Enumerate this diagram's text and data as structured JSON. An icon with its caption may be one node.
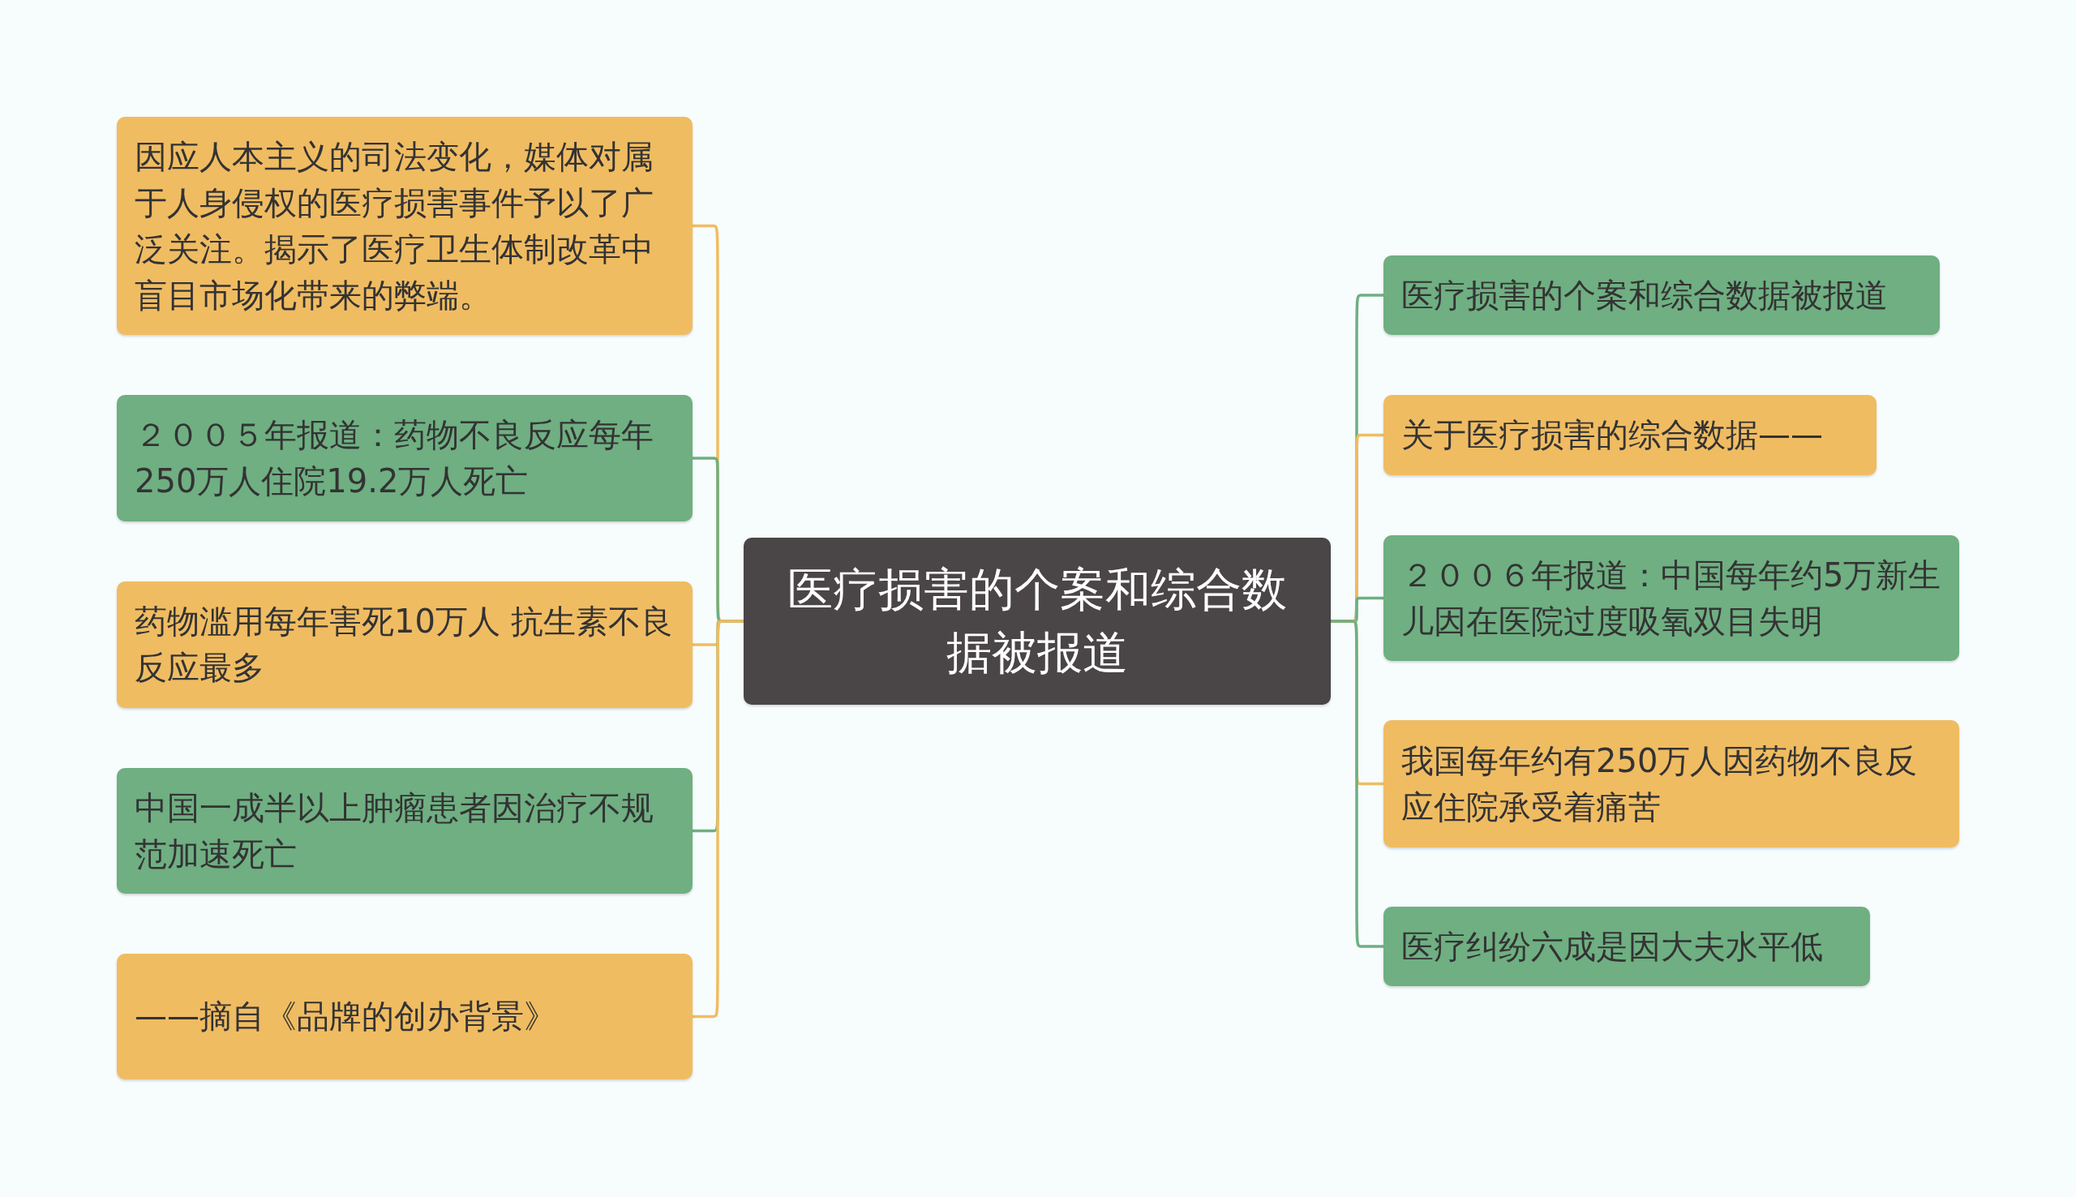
{
  "diagram": {
    "nodes": [
      {
        "text": [
          "医疗损害的个案和综合数据被报道"
        ]
      },
      {
        "text": [
          "因应人本主义的司法变化，媒体对属于人身侵权的医疗损害事件予以了广泛关注。揭示了医疗卫生体制改革中盲目市场化带来的弊端。"
        ]
      },
      {
        "text": [
          "２００５年报道：药物不良反应每年250万人住院19.2万人死亡"
        ]
      },
      {
        "text": [
          "药物滥用每年害死10万人 抗生素不良反应最多"
        ]
      },
      {
        "text": [
          "中国一成半以上肿瘤患者因治疗不规范加速死亡"
        ]
      },
      {
        "text": [
          "——摘自《品牌的创办背景》"
        ]
      },
      {
        "text": [
          "医疗损害的个案和综合数据被报道"
        ]
      },
      {
        "text": [
          "关于医疗损害的综合数据——"
        ]
      },
      {
        "text": [
          "２００６年报道：中国每年约5万新生儿因在医院过度吸氧双目失明"
        ]
      },
      {
        "text": [
          "我国每年约有250万人因药物不良反应住院承受着痛苦"
        ]
      },
      {
        "text": [
          "医疗纠纷六成是因大夫水平低"
        ]
      }
    ],
    "edges": [
      {
        "from": 0,
        "to": 1,
        "arrow": "none",
        "color": "#f0bc62"
      },
      {
        "from": 0,
        "to": 2,
        "arrow": "none",
        "color": "#6faf82"
      },
      {
        "from": 0,
        "to": 3,
        "arrow": "none",
        "color": "#f0bc62"
      },
      {
        "from": 0,
        "to": 4,
        "arrow": "none",
        "color": "#6faf82"
      },
      {
        "from": 0,
        "to": 5,
        "arrow": "none",
        "color": "#f0bc62"
      },
      {
        "from": 0,
        "to": 6,
        "arrow": "none",
        "color": "#6faf82"
      },
      {
        "from": 0,
        "to": 7,
        "arrow": "none",
        "color": "#f0bc62"
      },
      {
        "from": 0,
        "to": 8,
        "arrow": "none",
        "color": "#6faf82"
      },
      {
        "from": 0,
        "to": 9,
        "arrow": "none",
        "color": "#f0bc62"
      },
      {
        "from": 0,
        "to": 10,
        "arrow": "none",
        "color": "#6faf82"
      }
    ]
  }
}
